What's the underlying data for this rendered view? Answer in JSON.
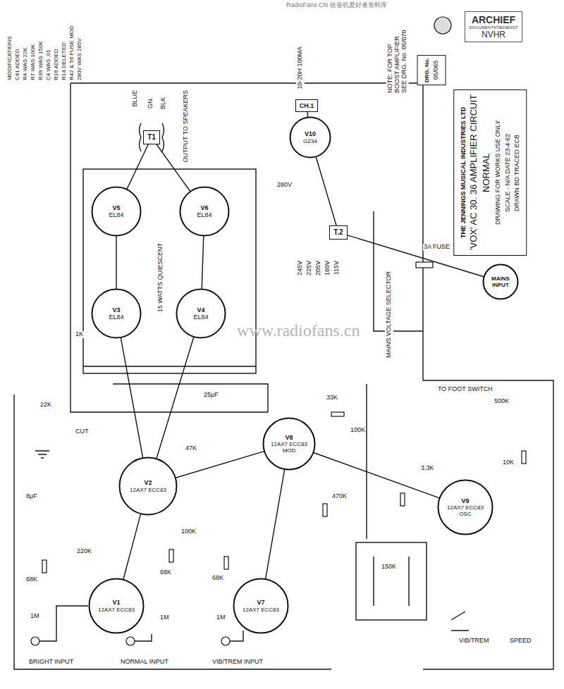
{
  "diagram": {
    "nodes": [
      {
        "text": [
          "ARCHIEF",
          "DOCUMENTATIEDIENST",
          "NVHR"
        ]
      },
      {
        "text": [
          "T1"
        ]
      },
      {
        "text": [
          "CH.1"
        ]
      },
      {
        "text": [
          "V10",
          "GZ34"
        ]
      },
      {
        "text": [
          "DRG. No.",
          "05/065"
        ]
      },
      {
        "text": [
          "THE JENNINGS MUSICAL INDUSTRIES LTD",
          "'VOX' AC 30. 36 AMPLIFIER CIRCUIT",
          "NORMAL",
          "DRAWING FOR WORKS USE ONLY",
          "SCALE - N/A   DATE 23-4-62",
          "DRAWN BD   TRACED ECB"
        ]
      },
      {
        "text": [
          "V5",
          "EL84"
        ]
      },
      {
        "text": [
          "V6",
          "EL84"
        ]
      },
      {
        "text": [
          "T.2"
        ]
      },
      {
        "text": [
          "MAINS INPUT"
        ]
      },
      {
        "text": [
          "V3",
          "EL84"
        ]
      },
      {
        "text": [
          "V4",
          "EL84"
        ]
      },
      {
        "text": [
          "V8",
          "12AX7 ECC83",
          "MOD"
        ]
      },
      {
        "text": [
          "V2",
          "12AX7 ECC83"
        ]
      },
      {
        "text": [
          "V9",
          "12AX7 ECC83",
          "OSC"
        ]
      },
      {
        "text": [
          "V1",
          "12AX7 ECC83"
        ]
      },
      {
        "text": [
          "V7",
          "12AX7 ECC83"
        ]
      }
    ],
    "edges": [
      {
        "from": 15,
        "to": 13,
        "arrow": "none"
      },
      {
        "from": 13,
        "to": 10,
        "arrow": "none"
      },
      {
        "from": 13,
        "to": 11,
        "arrow": "none"
      },
      {
        "from": 10,
        "to": 6,
        "arrow": "none"
      },
      {
        "from": 11,
        "to": 7,
        "arrow": "none"
      },
      {
        "from": 6,
        "to": 1,
        "arrow": "none"
      },
      {
        "from": 7,
        "to": 1,
        "arrow": "none"
      },
      {
        "from": 8,
        "to": 3,
        "arrow": "none"
      },
      {
        "from": 3,
        "to": 2,
        "arrow": "none"
      },
      {
        "from": 9,
        "to": 8,
        "arrow": "none"
      },
      {
        "from": 16,
        "to": 12,
        "arrow": "none"
      },
      {
        "from": 14,
        "to": 12,
        "arrow": "none"
      },
      {
        "from": 12,
        "to": 13,
        "arrow": "none"
      }
    ],
    "labels": [
      "RadioFans.CN 收音机爱好者资料库",
      "www.radiofans.cn",
      "MODIFICATIONS",
      "C41 ADDED",
      "R4 WAS 22K",
      "R7 WAS 100K",
      "R39 WAS 150K",
      "C4 WAS .01",
      "R16 ADDED",
      "R14 DELETED",
      "R42 & 56 FUSE MOD",
      "280V WAS 285V",
      "BLUE",
      "GN.",
      "BLK",
      "OUTPUT TO SPEAKERS",
      "NOTE: FOR TOP BOOST AMPLIFIER SEE DRG. No. 05/070",
      "10-20H 100MA",
      "280V",
      "3A FUSE",
      "MAINS VOLTAGE SELECTOR",
      "245V",
      "225V",
      "205V",
      "160V",
      "115V",
      "BRIGHT INPUT",
      "NORMAL INPUT",
      "VIB/TREM INPUT",
      "SPEED",
      "VIB/TREM",
      "TO FOOT SWITCH",
      "15 WATTS QUIESCENT",
      "CUT",
      "68K",
      "68K",
      "68K",
      "1M",
      "1M",
      "1M",
      "220K",
      "100K",
      "47K",
      "22K",
      "33K",
      "470K",
      "100K",
      "150K",
      "10K",
      "3.3K",
      "500K",
      "8μF",
      "25μF",
      "1K"
    ]
  }
}
